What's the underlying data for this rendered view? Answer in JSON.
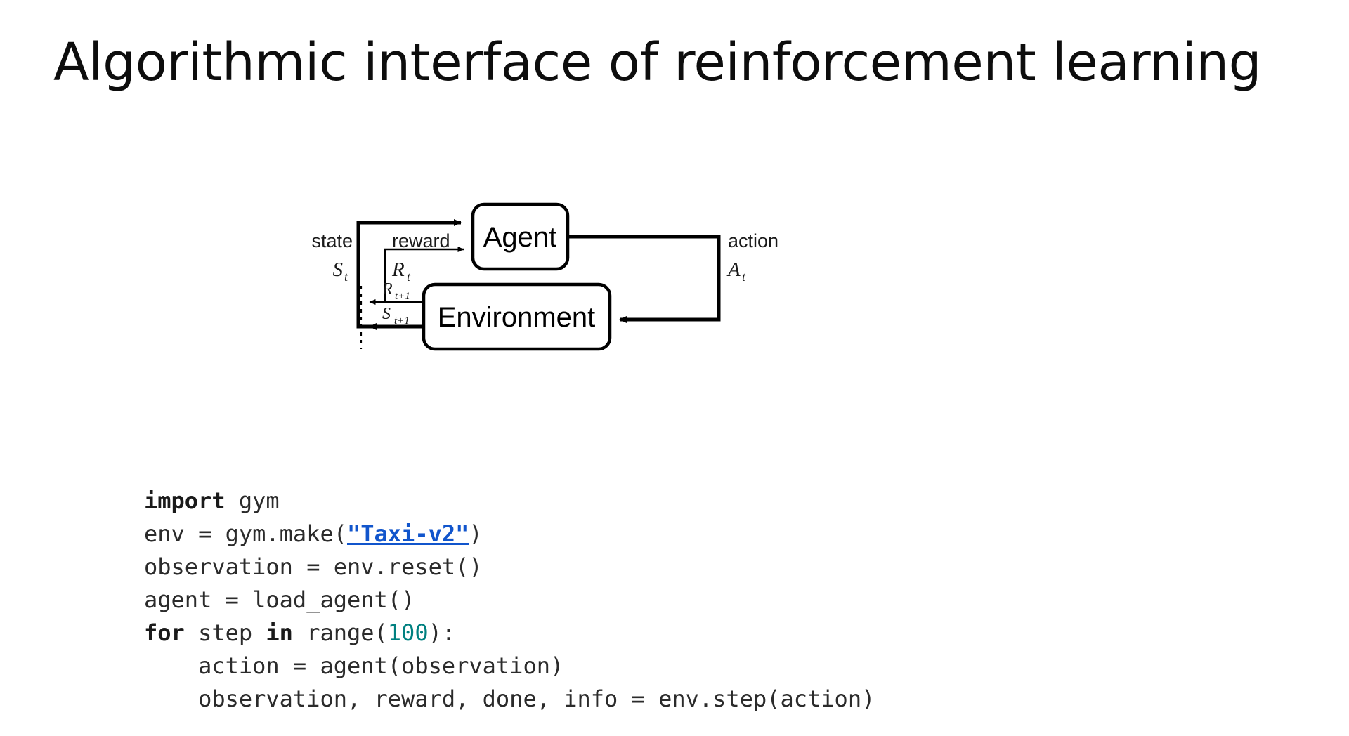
{
  "slide": {
    "title": "Algorithmic interface of reinforcement learning",
    "background_color": "#ffffff",
    "text_color": "#0d0d0d"
  },
  "diagram": {
    "name": "agent-environment-interaction-loop",
    "nodes": [
      {
        "id": "agent",
        "label": "Agent"
      },
      {
        "id": "environment",
        "label": "Environment"
      }
    ],
    "edges": [
      {
        "id": "state",
        "label": "state",
        "symbol": "S",
        "subscript": "t",
        "from": "environment",
        "to": "agent"
      },
      {
        "id": "reward",
        "label": "reward",
        "symbol": "R",
        "subscript": "t",
        "from": "environment",
        "to": "agent"
      },
      {
        "id": "action",
        "label": "action",
        "symbol": "A",
        "subscript": "t",
        "from": "agent",
        "to": "environment"
      },
      {
        "id": "reward-next",
        "symbol": "R",
        "subscript": "t+1",
        "from": "environment",
        "to": "agent"
      },
      {
        "id": "state-next",
        "symbol": "S",
        "subscript": "t+1",
        "from": "environment",
        "to": "agent"
      }
    ],
    "labels": {
      "agent": "Agent",
      "environment": "Environment",
      "state": "state",
      "reward": "reward",
      "action": "action",
      "state_symbol": "S",
      "state_sub": "t",
      "reward_symbol": "R",
      "reward_sub": "t",
      "action_symbol": "A",
      "action_sub": "t",
      "reward_next_symbol": "R",
      "reward_next_sub": "t+1",
      "state_next_symbol": "S",
      "state_next_sub": "t+1"
    },
    "stroke_color": "#000000"
  },
  "code": {
    "language": "python",
    "link_color": "#1155cc",
    "number_color": "#008080",
    "text_color": "#2b2b2b",
    "lines": [
      {
        "id": "line-1",
        "tokens": [
          {
            "t": "import",
            "k": "kw"
          },
          {
            "t": " gym",
            "k": "txt"
          }
        ]
      },
      {
        "id": "line-2",
        "tokens": [
          {
            "t": "env = gym.make(",
            "k": "txt"
          },
          {
            "t": "\"Taxi-v2\"",
            "k": "lnk"
          },
          {
            "t": ")",
            "k": "txt"
          }
        ]
      },
      {
        "id": "line-3",
        "tokens": [
          {
            "t": "observation = env.reset()",
            "k": "txt"
          }
        ]
      },
      {
        "id": "line-4",
        "tokens": [
          {
            "t": "agent = load_agent()",
            "k": "txt"
          }
        ]
      },
      {
        "id": "line-5",
        "tokens": [
          {
            "t": "for",
            "k": "kw"
          },
          {
            "t": " step ",
            "k": "txt"
          },
          {
            "t": "in",
            "k": "kw"
          },
          {
            "t": " range(",
            "k": "txt"
          },
          {
            "t": "100",
            "k": "num"
          },
          {
            "t": "):",
            "k": "txt"
          }
        ]
      },
      {
        "id": "line-6",
        "tokens": [
          {
            "t": "    action = agent(observation)",
            "k": "txt"
          }
        ]
      },
      {
        "id": "line-7",
        "tokens": [
          {
            "t": "    observation, reward, done, info = env.step(action)",
            "k": "txt"
          }
        ]
      }
    ],
    "plain_text": "import gym\nenv = gym.make(\"Taxi-v2\")\nobservation = env.reset()\nagent = load_agent()\nfor step in range(100):\n    action = agent(observation)\n    observation, reward, done, info = env.step(action)"
  }
}
